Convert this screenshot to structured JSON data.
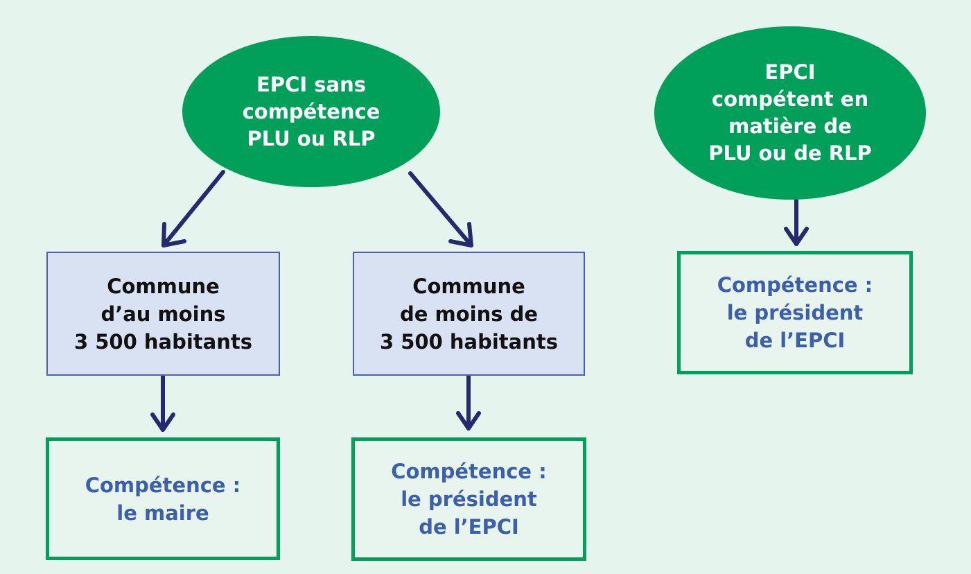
{
  "nodes": {
    "epci_sans": "EPCI sans\ncompétence\nPLU ou RLP",
    "epci_competent": "EPCI\ncompétent en\nmatière de\nPLU ou de RLP",
    "commune_au_moins": "Commune\nd’au moins\n3 500 habitants",
    "commune_moins": "Commune\nde moins de\n3 500 habitants",
    "competence_maire": "Compétence :\nle maire",
    "competence_president_1": "Compétence :\nle président\nde l’EPCI",
    "competence_president_2": "Compétence :\nle président\nde l’EPCI"
  },
  "colors": {
    "background": "#e5f4ec",
    "ellipse": "#00a05a",
    "arrow": "#27296d",
    "blue_box_fill": "#d9e2f3",
    "blue_box_border": "#4a5fc0",
    "green_box_border": "#00a05a",
    "result_text": "#3b5fa9"
  }
}
